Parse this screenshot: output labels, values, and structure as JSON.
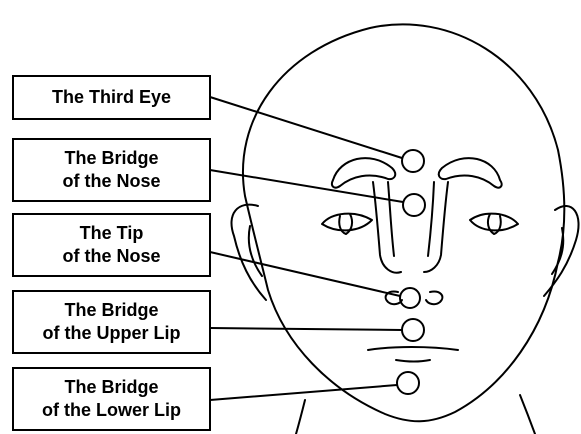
{
  "labels": [
    {
      "id": "third-eye",
      "lines": [
        "The Third Eye"
      ]
    },
    {
      "id": "bridge-nose",
      "lines": [
        "The Bridge",
        "of the Nose"
      ]
    },
    {
      "id": "tip-nose",
      "lines": [
        "The Tip",
        "of the Nose"
      ]
    },
    {
      "id": "bridge-upper-lip",
      "lines": [
        "The Bridge",
        "of the Upper Lip"
      ]
    },
    {
      "id": "bridge-lower-lip",
      "lines": [
        "The Bridge",
        "of the Lower Lip"
      ]
    }
  ],
  "colors": {
    "ink": "#000000",
    "background": "#ffffff"
  }
}
